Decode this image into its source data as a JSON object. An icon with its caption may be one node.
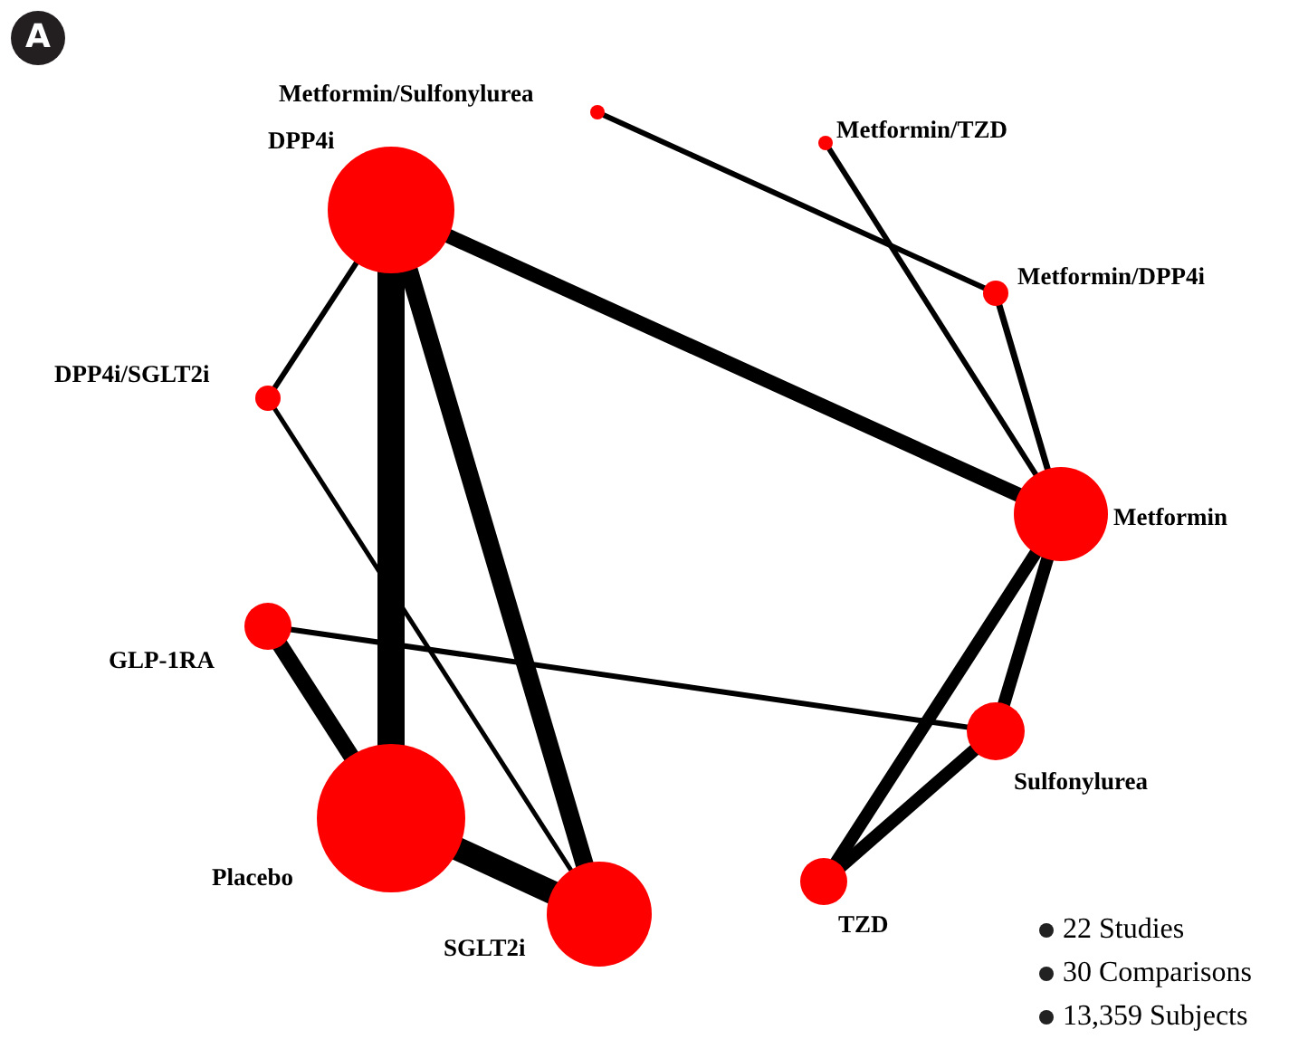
{
  "diagram": {
    "nodes": [
      {
        "text": [
          "DPP4i"
        ]
      },
      {
        "text": [
          "Metformin/Sulfonylurea"
        ]
      },
      {
        "text": [
          "Metformin/TZD"
        ]
      },
      {
        "text": [
          "Metformin/DPP4i"
        ]
      },
      {
        "text": [
          "DPP4i/SGLT2i"
        ]
      },
      {
        "text": [
          "Metformin"
        ]
      },
      {
        "text": [
          "GLP-1RA"
        ]
      },
      {
        "text": [
          "Sulfonylurea"
        ]
      },
      {
        "text": [
          "Placebo"
        ]
      },
      {
        "text": [
          "SGLT2i"
        ]
      },
      {
        "text": [
          "TZD"
        ]
      }
    ],
    "edges": [
      {
        "from": 0,
        "to": 8,
        "arrow": "none",
        "style": "thick"
      },
      {
        "from": 0,
        "to": 9,
        "arrow": "none"
      },
      {
        "from": 0,
        "to": 5,
        "arrow": "none"
      },
      {
        "from": 0,
        "to": 4,
        "arrow": "none"
      },
      {
        "from": 4,
        "to": 9,
        "arrow": "none"
      },
      {
        "from": 1,
        "to": 3,
        "arrow": "none"
      },
      {
        "from": 2,
        "to": 5,
        "arrow": "none"
      },
      {
        "from": 3,
        "to": 5,
        "arrow": "none"
      },
      {
        "from": 5,
        "to": 7,
        "arrow": "none"
      },
      {
        "from": 5,
        "to": 10,
        "arrow": "none"
      },
      {
        "from": 7,
        "to": 10,
        "arrow": "none"
      },
      {
        "from": 6,
        "to": 7,
        "arrow": "none"
      },
      {
        "from": 6,
        "to": 8,
        "arrow": "none"
      },
      {
        "from": 8,
        "to": 9,
        "arrow": "none",
        "style": "thick"
      }
    ],
    "labels": [
      "A",
      "22 Studies",
      "30 Comparisons",
      "13,359 Subjects"
    ]
  }
}
